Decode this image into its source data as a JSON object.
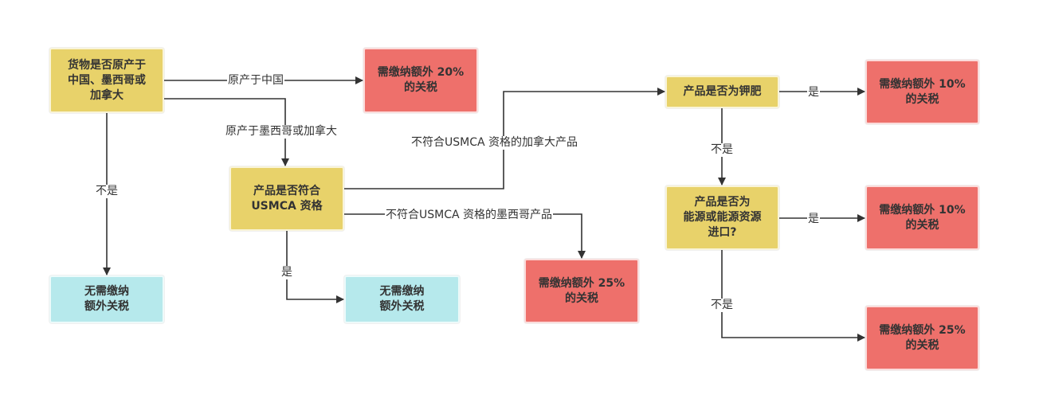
{
  "nodes": {
    "q_origin": "货物是否原产于\n中国、墨西哥或\n加拿大",
    "r_20": "需缴纳额外 20%\n的关税",
    "none_1": "无需缴纳\n额外关税",
    "q_usmca": "产品是否符合\nUSMCA 资格",
    "none_2": "无需缴纳\n额外关税",
    "r_25_mexico": "需缴纳额外 25%\n的关税",
    "q_potash": "产品是否为钾肥",
    "r_10_potash": "需缴纳额外 10%\n的关税",
    "q_energy": "产品是否为\n能源或能源资源\n进口?",
    "r_10_energy": "需缴纳额外 10%\n的关税",
    "r_25_canada": "需缴纳额外 25%\n的关税"
  },
  "edges": {
    "origin_china": "原产于中国",
    "origin_mx_ca": "原产于墨西哥或加拿大",
    "origin_no": "不是",
    "usmca_yes": "是",
    "usmca_canada": "不符合USMCA 资格的加拿大产品",
    "usmca_mexico": "不符合USMCA 资格的墨西哥产品",
    "potash_yes": "是",
    "potash_no": "不是",
    "energy_yes": "是",
    "energy_no": "不是"
  }
}
